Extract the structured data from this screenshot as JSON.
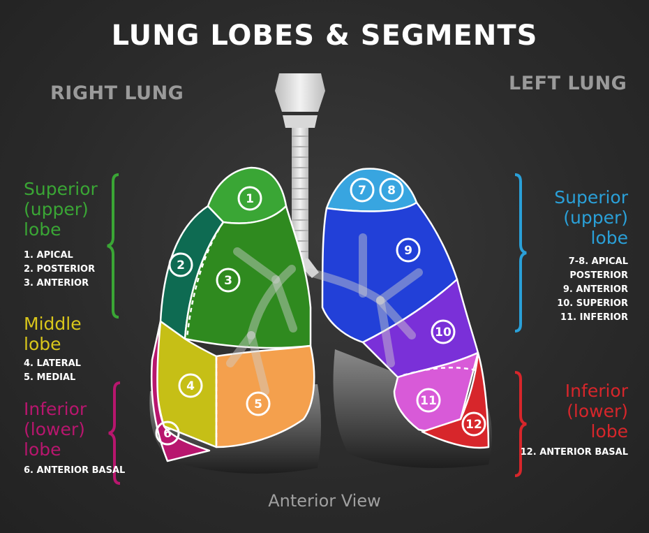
{
  "title": "LUNG LOBES & SEGMENTS",
  "right_lung": {
    "title": "RIGHT LUNG",
    "superior": {
      "name": "Superior\n(upper)\nlobe",
      "color": "#3aa635",
      "segments": [
        "1. APICAL",
        "2. POSTERIOR",
        "3. ANTERIOR"
      ]
    },
    "middle": {
      "name": "Middle\nlobe",
      "color": "#d9c61b",
      "segments": [
        "4. LATERAL",
        "5. MEDIAL"
      ]
    },
    "inferior": {
      "name": "Inferior\n(lower)\nlobe",
      "color": "#b8166e",
      "segments": [
        "6. ANTERIOR BASAL"
      ]
    }
  },
  "left_lung": {
    "title": "LEFT LUNG",
    "superior": {
      "name": "Superior\n(upper)\nlobe",
      "color": "#2aa0d8",
      "segments": [
        "7-8. APICAL",
        "POSTERIOR",
        "9. ANTERIOR",
        "10. SUPERIOR",
        "11. INFERIOR"
      ]
    },
    "inferior": {
      "name": "Inferior\n(lower)\nlobe",
      "color": "#d7262b",
      "segments": [
        "12. ANTERIOR BASAL"
      ]
    }
  },
  "segment_markers": [
    "1",
    "2",
    "3",
    "4",
    "5",
    "6",
    "7",
    "8",
    "9",
    "10",
    "11",
    "12"
  ],
  "footer": "Anterior View"
}
